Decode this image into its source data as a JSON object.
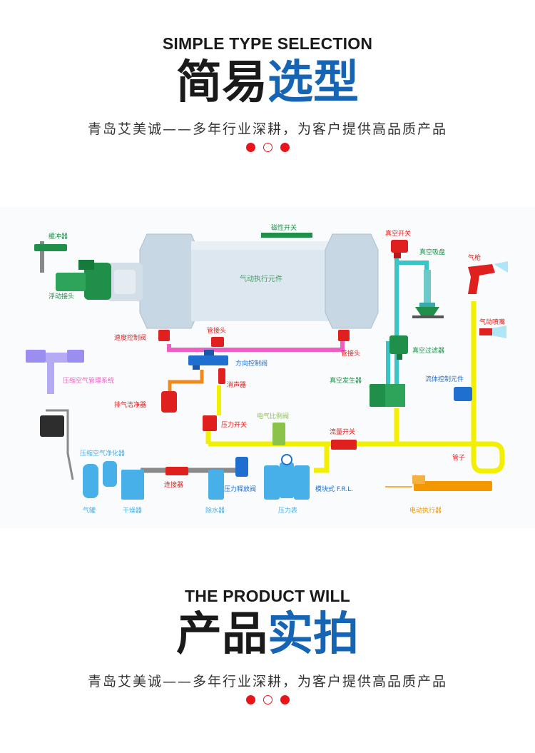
{
  "section1": {
    "title_en": "SIMPLE TYPE SELECTION",
    "title_cn_dark": "简易",
    "title_cn_blue": "选型",
    "subtitle": "青岛艾美诚——多年行业深耕，为客户提供高品质产品"
  },
  "section2": {
    "title_en": "THE PRODUCT WILL",
    "title_cn_dark": "产品",
    "title_cn_blue": "实拍",
    "subtitle": "青岛艾美诚——多年行业深耕，为客户提供高品质产品"
  },
  "colors": {
    "accent_red": "#e8141b",
    "title_blue": "#1565b4",
    "pipe_yellow": "#f2ef00",
    "pipe_cyan": "#39c5c8",
    "pipe_pink": "#ef5fc3",
    "pipe_orange": "#f08a1d",
    "pipe_gray": "#8a8a8a",
    "green": "#1f8f4a",
    "red": "#e0201e",
    "blue": "#1f6fd0",
    "light_blue": "#48b0e8",
    "violet": "#9a8ff0",
    "orange": "#f39800"
  },
  "diagram": {
    "labels": {
      "buffer": "缓冲器",
      "floating_joint": "浮动接头",
      "magnetic_switch": "磁性开关",
      "cylinder": "气动执行元件",
      "vacuum_switch": "真空开关",
      "vacuum_pad": "真空吸盘",
      "air_gun": "气枪",
      "air_nozzle": "气动喷嘴",
      "speed_valve": "速度控制阀",
      "fitting_top": "管接头",
      "fitting_right": "管接头",
      "direction_valve": "方向控制阀",
      "silencer": "消声器",
      "vacuum_filter": "真空过滤器",
      "air_mgmt": "压缩空气管理系统",
      "exhaust_cleaner": "排气洁净器",
      "vacuum_generator": "真空发生器",
      "flow_control": "流体控制元件",
      "ep_valve": "电气比例阀",
      "pressure_switch": "压力开关",
      "flow_switch": "流量开关",
      "pipe": "管子",
      "purifier": "压缩空气净化器",
      "connector": "连接器",
      "relief_valve": "压力释放阀",
      "modular_frl": "模块式 F.R.L.",
      "tank": "气罐",
      "dryer": "干燥器",
      "drain": "除水器",
      "gauge": "压力表",
      "electric_actuator": "电动执行器"
    }
  }
}
